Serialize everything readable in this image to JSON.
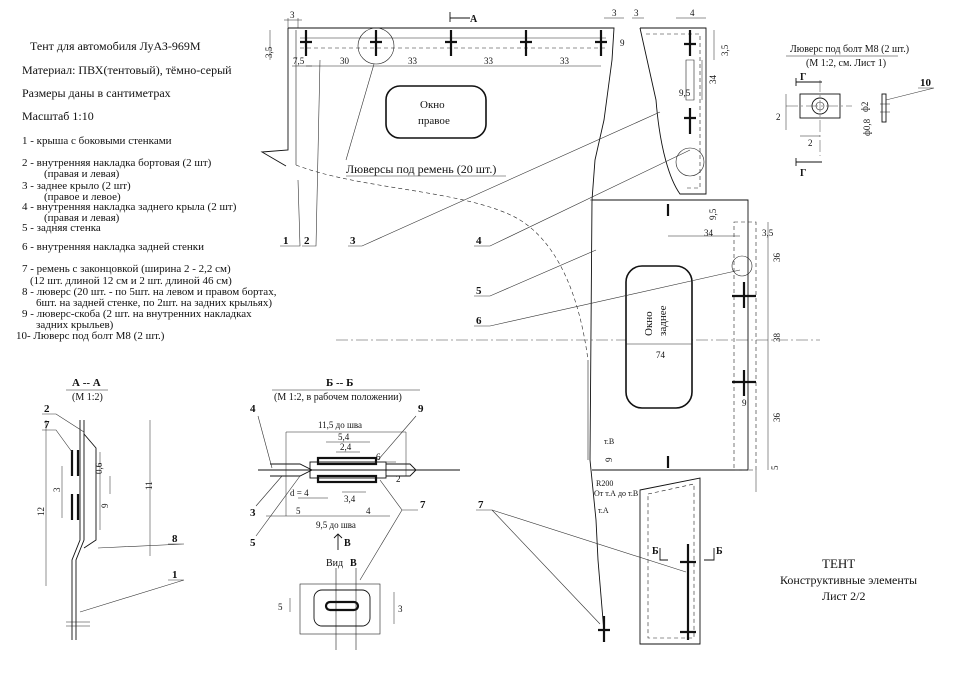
{
  "legend": {
    "title": "Тент для автомобиля ЛуАЗ-969М",
    "material": "Материал: ПВХ(тентовый), тёмно-серый",
    "units": "Размеры даны в сантиметрах",
    "scale": "Масштаб 1:10",
    "items": [
      "1 - крыша с боковыми стенками",
      "2 - внутренняя накладка бортовая (2 шт)",
      "(правая и левая)",
      "3 - заднее крыло (2 шт)",
      "(правое и левое)",
      "4 - внутренняя накладка заднего крыла (2 шт)",
      "(правая и левая)",
      "5 - задняя стенка",
      "6 - внутренняя накладка задней стенки",
      "7 - ремень с законцовкой (ширина 2 - 2,2 см)",
      "(12 шт. длиной 12 см и 2 шт. длиной 46 см)",
      "8 - люверс (20 шт. - по 5шт. на левом и правом бортах,",
      "6шт. на задней стенке, по 2шт. на задних крыльях)",
      "9 - люверс-скоба (2 шт. на внутренних накладках",
      "задних крыльев)",
      "10- Люверс под болт М8 (2 шт.)"
    ]
  },
  "main_view": {
    "window_right": [
      "Окно",
      "правое"
    ],
    "window_rear": [
      "Окно",
      "заднее"
    ],
    "grommets_note": "Люверсы под ремень (20 шт.)",
    "section_mark": "А",
    "dims_top": [
      "3",
      "7,5",
      "30",
      "33",
      "33",
      "33",
      "3",
      "3",
      "4"
    ],
    "dims_side": [
      "3,5",
      "9",
      "3,5",
      "34",
      "9,5"
    ],
    "dims_rear": [
      "9,5",
      "34",
      "3,5",
      "36",
      "38",
      "36",
      "74",
      "9",
      "9",
      "5"
    ],
    "labels": [
      "R200",
      "т.В",
      "От т.А до т.В",
      "т.А"
    ],
    "callouts": [
      "1",
      "2",
      "3",
      "4",
      "5",
      "6",
      "7",
      "7"
    ]
  },
  "section_aa": {
    "title": "А -- А",
    "scale": "(М 1:2)",
    "dims": [
      "0,6",
      "3",
      "9",
      "11",
      "12"
    ],
    "callouts": [
      "2",
      "7",
      "8",
      "1"
    ]
  },
  "section_bb": {
    "title": "Б -- Б",
    "scale": "(М 1:2, в рабочем положении)",
    "dims": [
      "11,5 до шва",
      "5,4",
      "2,4",
      "6",
      "2",
      "d = 4",
      "3,4",
      "5",
      "4",
      "9,5 до шва"
    ],
    "arrow_label": "В",
    "view_label": "Вид",
    "view_letter": "В",
    "view_dims": [
      "5",
      "3"
    ],
    "callouts": [
      "4",
      "9",
      "3",
      "5",
      "7"
    ]
  },
  "grommet_detail": {
    "title": "Люверс под болт М8 (2 шт.)",
    "scale": "(М 1:2, см. Лист 1)",
    "section_letter": "Г",
    "dims": [
      "2",
      "2",
      "ф2",
      "ф0,8"
    ],
    "callout": "10"
  },
  "fender": {
    "section_letter": "Б"
  },
  "title_block": {
    "line1": "ТЕНТ",
    "line2": "Конструктивные  элементы",
    "line3": "Лист 2/2"
  }
}
